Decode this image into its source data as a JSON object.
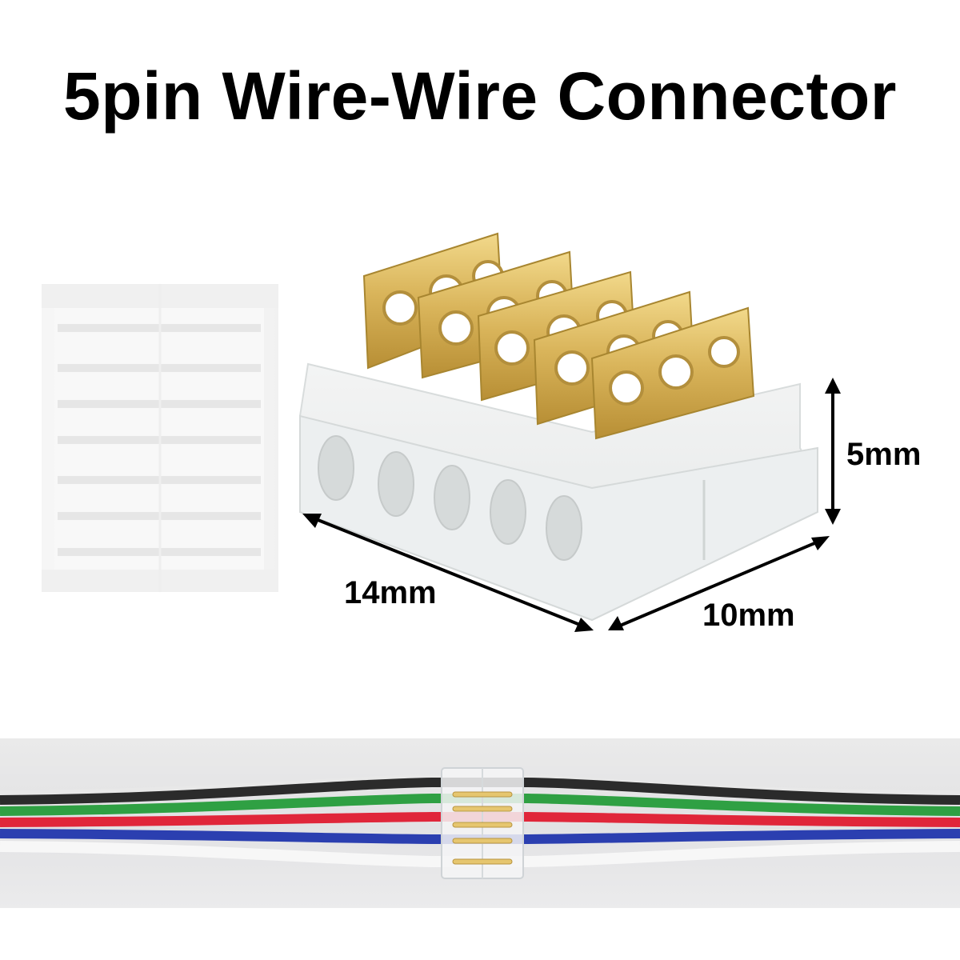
{
  "title": "5pin Wire-Wire Connector",
  "dimensions": {
    "length": "14mm",
    "width": "10mm",
    "height": "5mm"
  },
  "colors": {
    "gold": "#d9b45a",
    "wire_black": "#2b2b2b",
    "wire_green": "#2fa043",
    "wire_red": "#e0263a",
    "wire_blue": "#2b3fb0",
    "wire_white": "#f7f7f7"
  },
  "wires": [
    "black",
    "green",
    "red",
    "blue",
    "white"
  ]
}
